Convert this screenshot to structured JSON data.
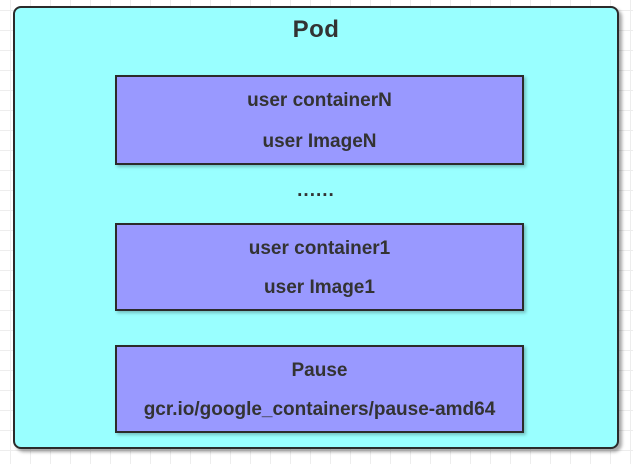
{
  "diagram": {
    "pod": {
      "title": "Pod"
    },
    "ellipsis": "......",
    "containers": [
      {
        "name": "user containerN",
        "image": "user ImageN"
      },
      {
        "name": "user container1",
        "image": "user Image1"
      },
      {
        "name": "Pause",
        "image": "gcr.io/google_containers/pause-amd64"
      }
    ],
    "colors": {
      "pod_fill": "#99ffff",
      "container_fill": "#9999ff",
      "stroke": "#2b2b2b",
      "text": "#333333",
      "grid_line": "#ededed",
      "canvas_bg": "#ffffff"
    }
  }
}
